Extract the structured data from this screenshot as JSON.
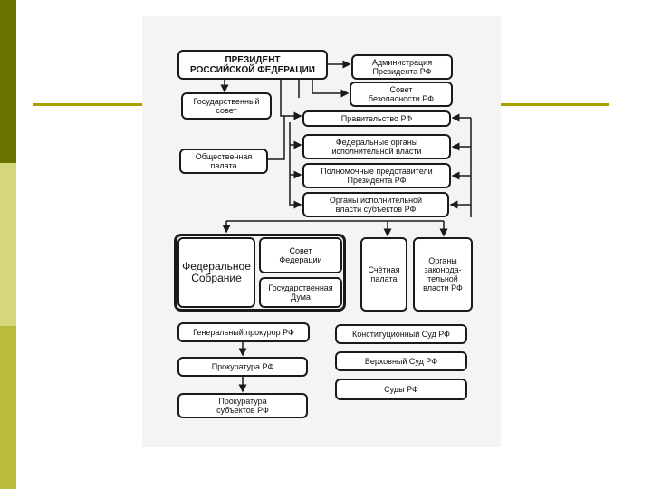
{
  "colors": {
    "strip_top": "#6b7300",
    "strip_mid": "#d4d77a",
    "strip_bottom": "#b8bc3a",
    "accent_line": "#a8a100",
    "box_border": "#1a1a1a"
  },
  "diagram": {
    "president": "ПРЕЗИДЕНТ\nРОССИЙСКОЙ ФЕДЕРАЦИИ",
    "administration": "Администрация\nПрезидента РФ",
    "security_council": "Совет\nбезопасности РФ",
    "state_council": "Государственный\nсовет",
    "government": "Правительство РФ",
    "federal_executive": "Федеральные органы\nисполнительной власти",
    "plenipotentiaries": "Полномочные представители\nПрезидента РФ",
    "regional_executive": "Органы исполнительной\nвласти субъектов РФ",
    "public_chamber": "Общественная\nпалата",
    "federal_assembly": "Федеральное\nСобрание",
    "federation_council": "Совет\nФедерации",
    "state_duma": "Государственная\nДума",
    "accounts_chamber": "Счётная\nпалата",
    "legislative_organs": "Органы\nзаконода-\nтельной\nвласти РФ",
    "prosecutor_general": "Генеральный прокурор РФ",
    "prosecutors_office": "Прокуратура РФ",
    "regional_prosecutors": "Прокуратура\nсубъектов РФ",
    "constitutional_court": "Конституционный Суд РФ",
    "supreme_court": "Верховный Суд РФ",
    "courts": "Суды РФ"
  }
}
